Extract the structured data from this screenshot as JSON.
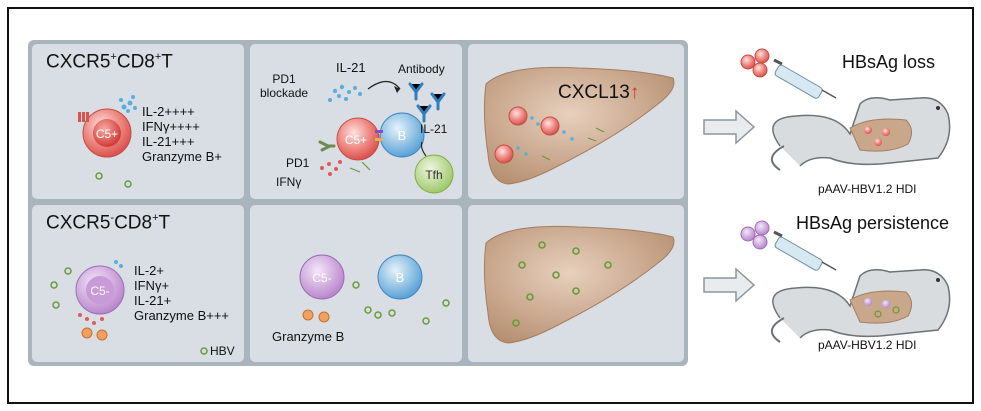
{
  "top_row": {
    "panel1": {
      "title_main": "CXCR5",
      "title_sup": "+",
      "title_tail": "CD8",
      "title_sup2": "+",
      "title_end": "T",
      "cell_label": "C5+",
      "cytokines": [
        "IL-2++++",
        "IFNγ++++",
        "IL-21+++",
        "Granzyme B+"
      ]
    },
    "panel2": {
      "il21": "IL-21",
      "antibody": "Antibody",
      "pd1_blockade": "PD1\nblockade",
      "pd1": "PD1",
      "ifng": "IFNγ",
      "c5_cell": "C5+",
      "b_cell": "B",
      "tfh_cell": "Tfh",
      "il21_right": "IL-21"
    },
    "panel3": {
      "cxcl13": "CXCL13",
      "arrow": "↑"
    },
    "outcome": {
      "label": "HBsAg loss",
      "model": "pAAV-HBV1.2 HDI"
    }
  },
  "bottom_row": {
    "panel1": {
      "title_main": "CXCR5",
      "title_sup": "-",
      "title_tail": "CD8",
      "title_sup2": "+",
      "title_end": "T",
      "cell_label": "C5-",
      "cytokines": [
        "IL-2+",
        "IFNγ+",
        "IL-21+",
        "Granzyme B+++"
      ],
      "legend_hbv": "HBV"
    },
    "panel2": {
      "c5_cell": "C5-",
      "b_cell": "B",
      "granzyme": "Granzyme B"
    },
    "outcome": {
      "label": "HBsAg persistence",
      "model": "pAAV-HBV1.2 HDI"
    }
  },
  "colors": {
    "c5_pos_cell": "#e06060",
    "c5_neg_cell": "#c79ad6",
    "b_cell": "#7fb6e0",
    "tfh_cell": "#b8d98a",
    "liver": "#c9a78b",
    "virus": "#6a9a3a",
    "antibody": "#2e7fbf",
    "arrow_up": "#d9302c"
  }
}
